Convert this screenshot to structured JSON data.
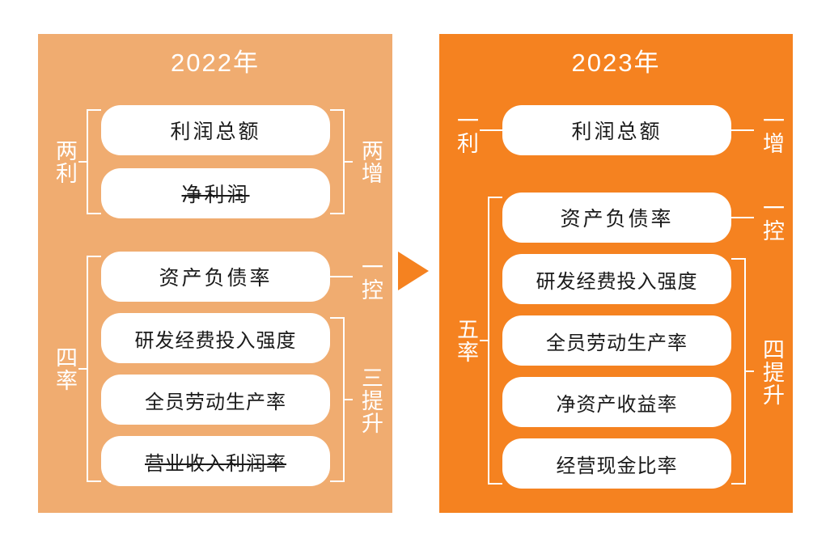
{
  "colors": {
    "panel_2022_bg": "#F0AC70",
    "panel_2023_bg": "#F58220",
    "pill_bg": "#FFFFFF",
    "pill_text": "#1A1A1A",
    "label_text": "#FFFFFF",
    "arrow": "#F58220"
  },
  "panels": {
    "left": {
      "title": "2022年",
      "items": [
        {
          "label": "利润总额",
          "struck": false
        },
        {
          "label": "净利润",
          "struck": true
        },
        {
          "label": "资产负债率",
          "struck": false
        },
        {
          "label": "研发经费投入强度",
          "struck": false
        },
        {
          "label": "全员劳动生产率",
          "struck": false
        },
        {
          "label": "营业收入利润率",
          "struck": true
        }
      ],
      "left_labels": [
        "两利",
        "四率"
      ],
      "right_labels": [
        "两增",
        "一控",
        "三提升"
      ]
    },
    "right": {
      "title": "2023年",
      "items": [
        {
          "label": "利润总额",
          "struck": false
        },
        {
          "label": "资产负债率",
          "struck": false
        },
        {
          "label": "研发经费投入强度",
          "struck": false
        },
        {
          "label": "全员劳动生产率",
          "struck": false
        },
        {
          "label": "净资产收益率",
          "struck": false
        },
        {
          "label": "经营现金比率",
          "struck": false
        }
      ],
      "left_labels": [
        "一利",
        "五率"
      ],
      "right_labels": [
        "一增",
        "一控",
        "四提升"
      ]
    }
  },
  "arrow": {
    "direction": "right",
    "glyph": "▶"
  }
}
